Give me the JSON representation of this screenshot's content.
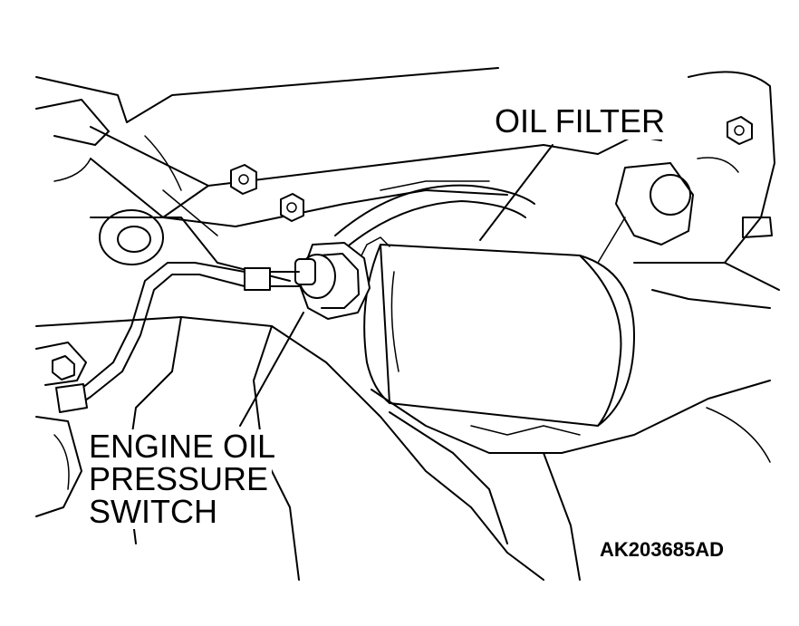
{
  "labels": {
    "oil_filter": "OIL FILTER",
    "pressure_switch_line1": "ENGINE OIL",
    "pressure_switch_line2": "PRESSURE",
    "pressure_switch_line3": "SWITCH",
    "figure_code": "AK203685AD"
  },
  "colors": {
    "line": "#000000",
    "background": "#ffffff"
  }
}
